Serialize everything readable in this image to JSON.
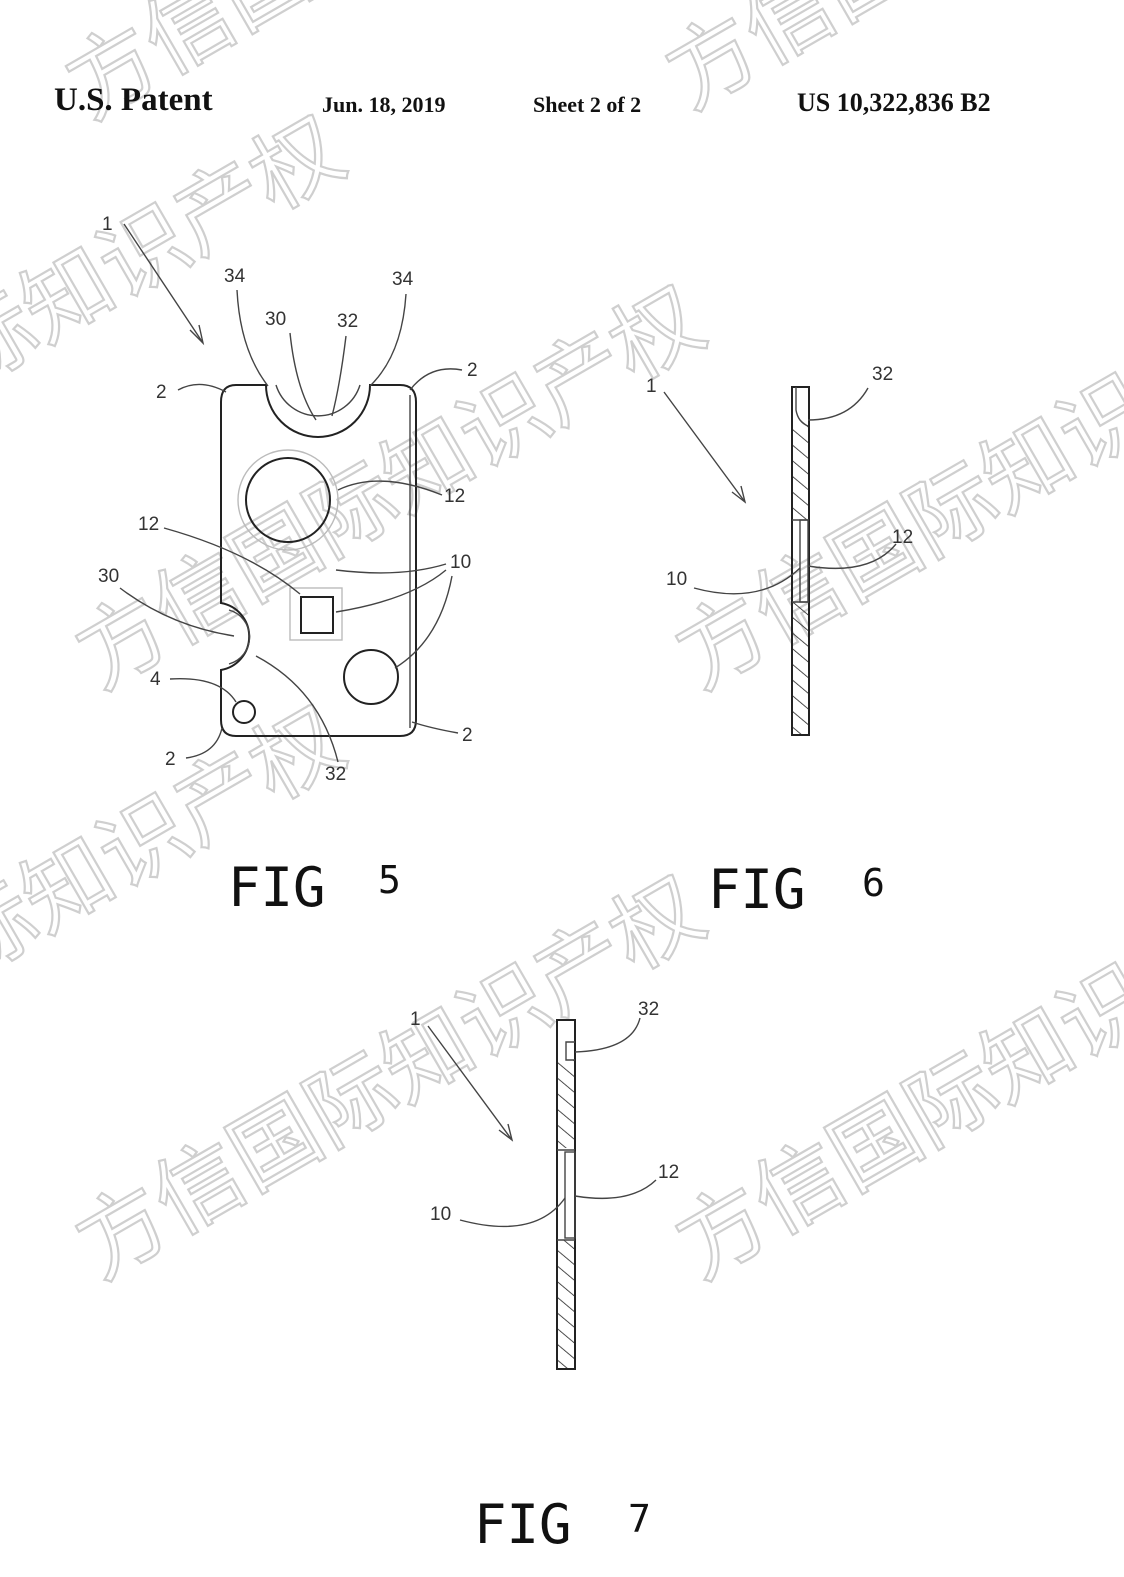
{
  "header": {
    "title": "U.S. Patent",
    "date": "Jun. 18, 2019",
    "sheet": "Sheet 2 of 2",
    "patent_number": "US 10,322,836 B2"
  },
  "watermark": {
    "text": "方信国际知识产权"
  },
  "figures": {
    "fig5": {
      "label": "FIG",
      "number": "5",
      "refs": [
        "1",
        "34",
        "30",
        "32",
        "34",
        "2",
        "2",
        "12",
        "12",
        "10",
        "30",
        "4",
        "2",
        "32",
        "2"
      ]
    },
    "fig6": {
      "label": "FIG",
      "number": "6",
      "refs": [
        "1",
        "32",
        "12",
        "10"
      ]
    },
    "fig7": {
      "label": "FIG",
      "number": "7",
      "refs": [
        "1",
        "32",
        "12",
        "10"
      ]
    }
  }
}
